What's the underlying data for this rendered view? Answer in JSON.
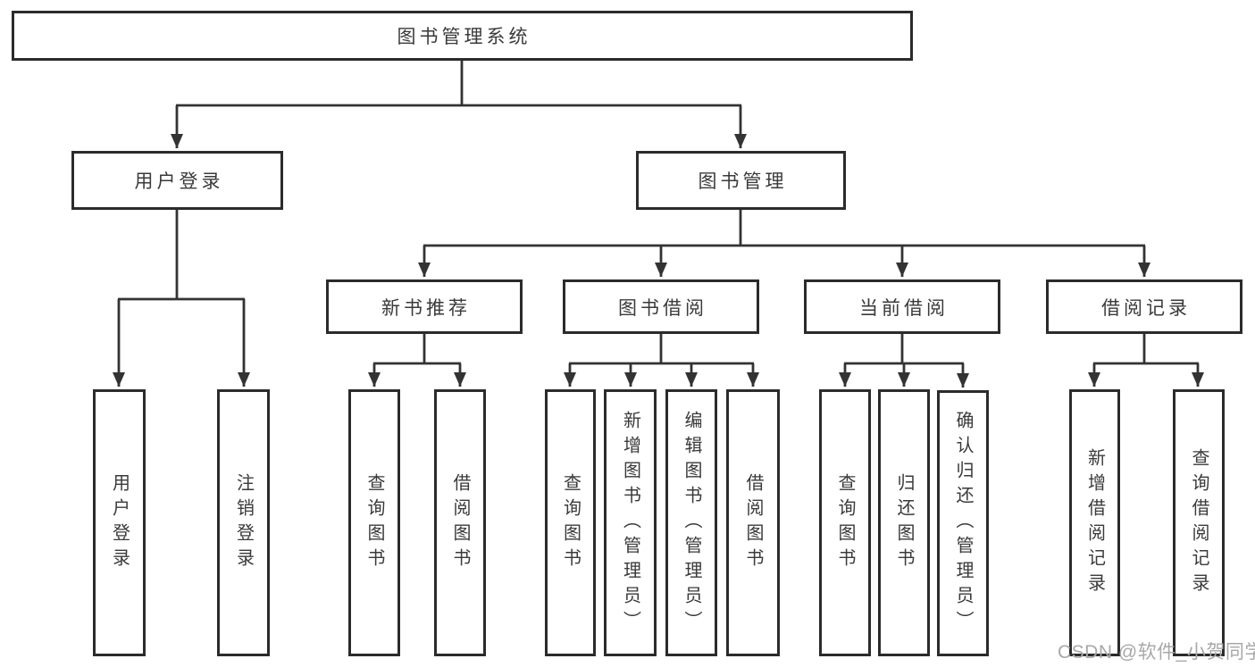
{
  "colors": {
    "background": "#ffffff",
    "line": "#333333",
    "box_border": "#2b2b2b",
    "text": "#3a3a3a",
    "watermark": "#a8a8a8"
  },
  "diagram": {
    "root": {
      "label": "图书管理系统"
    },
    "branches": [
      {
        "label": "用户登录",
        "children": [
          {
            "label": "用户登录"
          },
          {
            "label": "注销登录"
          }
        ]
      },
      {
        "label": "图书管理",
        "children": [
          {
            "label": "新书推荐",
            "children": [
              {
                "label": "查询图书"
              },
              {
                "label": "借阅图书"
              }
            ]
          },
          {
            "label": "图书借阅",
            "children": [
              {
                "label": "查询图书"
              },
              {
                "label": "新增图书（管理员）"
              },
              {
                "label": "编辑图书（管理员）"
              },
              {
                "label": "借阅图书"
              }
            ]
          },
          {
            "label": "当前借阅",
            "children": [
              {
                "label": "查询图书"
              },
              {
                "label": "归还图书"
              },
              {
                "label": "确认归还（管理员）"
              }
            ]
          },
          {
            "label": "借阅记录",
            "children": [
              {
                "label": "新增借阅记录"
              },
              {
                "label": "查询借阅记录"
              }
            ]
          }
        ]
      }
    ]
  },
  "watermark": {
    "text": "CSDN @软件_小贺同学"
  }
}
